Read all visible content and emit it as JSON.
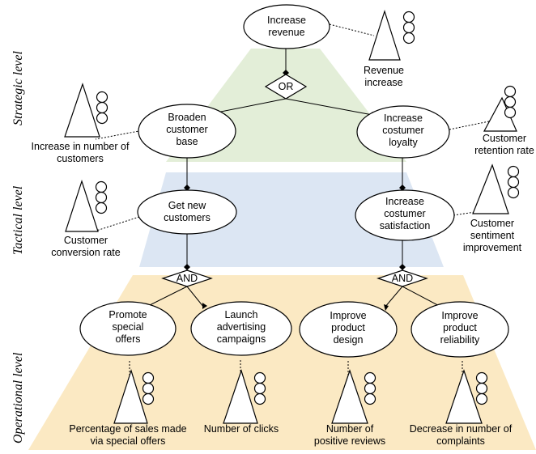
{
  "levels": {
    "strategic": "Strategic level",
    "tactical": "Tactical level",
    "operational": "Operational level"
  },
  "colors": {
    "strategic_band": "#e3eed8",
    "tactical_band": "#dce6f3",
    "operational_band": "#fbe9c3"
  },
  "goals": {
    "increase_revenue": [
      "Increase",
      "revenue"
    ],
    "broaden_customer_base": [
      "Broaden",
      "customer",
      "base"
    ],
    "increase_loyalty": [
      "Increase",
      "costumer",
      "loyalty"
    ],
    "get_new_customers": [
      "Get new",
      "customers"
    ],
    "increase_satisfaction": [
      "Increase",
      "costumer",
      "satisfaction"
    ],
    "promote_offers": [
      "Promote",
      "special",
      "offers"
    ],
    "launch_campaigns": [
      "Launch",
      "advertising",
      "campaigns"
    ],
    "improve_design": [
      "Improve",
      "product",
      "design"
    ],
    "improve_reliability": [
      "Improve",
      "product",
      "reliability"
    ]
  },
  "decompositions": {
    "or": "OR",
    "and_left": "AND",
    "and_right": "AND"
  },
  "indicators": {
    "revenue_increase": [
      "Revenue",
      "increase"
    ],
    "number_of_customers": [
      "Increase in number of",
      "customers"
    ],
    "retention_rate": [
      "Customer",
      "retention rate"
    ],
    "conversion_rate": [
      "Customer",
      "conversion rate"
    ],
    "sentiment": [
      "Customer",
      "sentiment",
      "improvement"
    ],
    "special_offers_sales": [
      "Percentage of sales made",
      "via special offers"
    ],
    "clicks": [
      "Number of clicks"
    ],
    "positive_reviews": [
      "Number of",
      "positive reviews"
    ],
    "complaints": [
      "Decrease in number of",
      "complaints"
    ]
  }
}
